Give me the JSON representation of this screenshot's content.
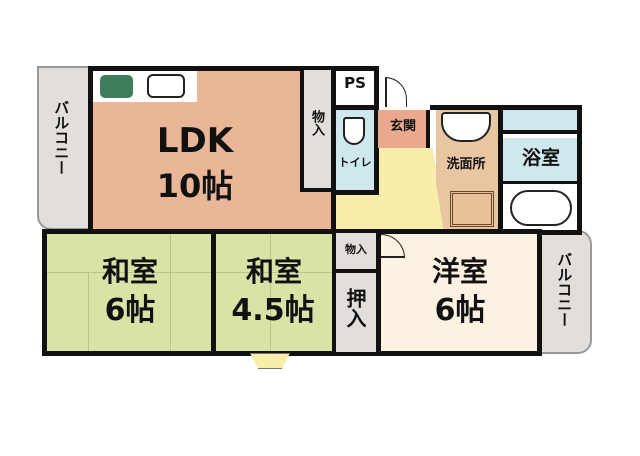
{
  "rooms": {
    "ldk": {
      "name": "LDK",
      "size": "10帖"
    },
    "washitsu1": {
      "name": "和室",
      "size": "6帖"
    },
    "washitsu2": {
      "name": "和室",
      "size": "4.5帖"
    },
    "yoshitsu": {
      "name": "洋室",
      "size": "6帖"
    },
    "bath": {
      "name": "浴室"
    },
    "washroom": {
      "name": "洗面所"
    },
    "entrance": {
      "name": "玄関"
    },
    "toilet": {
      "name": "トイレ"
    },
    "ps": {
      "name": "PS"
    },
    "closet_ldk": {
      "name": "物入"
    },
    "closet_small": {
      "name": "物入"
    },
    "oshiire": {
      "name": "押入"
    },
    "balcony_left": {
      "name": "バルコニー"
    },
    "balcony_right": {
      "name": "バルコニー"
    }
  },
  "colors": {
    "ldk": "#e9b797",
    "washitsu": "#d8e4a6",
    "yoshitsu": "#fdf1e2",
    "bath": "#cfe8ee",
    "washroom": "#e9c6a2",
    "entrance": "#eaa98e",
    "corridor": "#f8eda9",
    "closet": "#e2dedb",
    "stove": "#3e7d5c"
  }
}
